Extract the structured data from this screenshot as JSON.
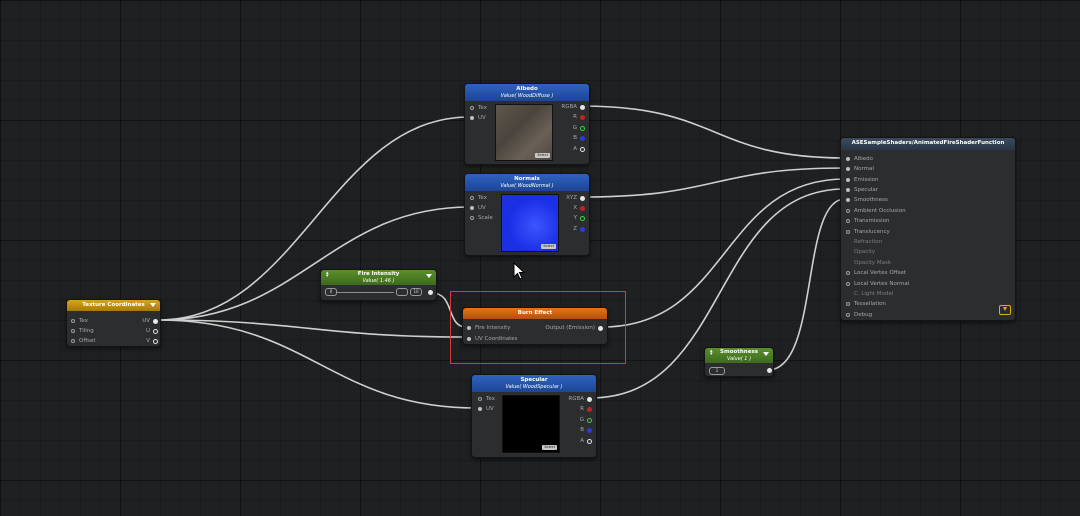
{
  "colors": {
    "wire": "#cfcfcf",
    "selection": "#d53b3b",
    "header_blue": "#2f63c0",
    "header_green": "#5a8f2c",
    "header_orange": "#e6741a",
    "header_yellow": "#d7a420",
    "save_icon": "#e0b000"
  },
  "nodes": {
    "albedo": {
      "title": "Albedo",
      "subtitle": "Value( WoodDiffuse )",
      "inputs": [
        "Tex",
        "UV"
      ],
      "outputs": [
        "RGBA",
        "R",
        "G",
        "B",
        "A"
      ],
      "select_label": "Select"
    },
    "normals": {
      "title": "Normals",
      "subtitle": "Value( WoodNormal )",
      "inputs": [
        "Tex",
        "UV",
        "Scale"
      ],
      "outputs": [
        "XYZ",
        "X",
        "Y",
        "Z"
      ],
      "select_label": "Select"
    },
    "specular": {
      "title": "Specular",
      "subtitle": "Value( WoodSpecular )",
      "inputs": [
        "Tex",
        "UV"
      ],
      "outputs": [
        "RGBA",
        "R",
        "G",
        "B",
        "A"
      ],
      "select_label": "Select"
    },
    "texture_coordinates": {
      "title": "Texture Coordinates",
      "inputs": [
        "Tex",
        "Tiling",
        "Offset"
      ],
      "outputs": [
        "UV",
        "U",
        "V"
      ]
    },
    "fire_intensity": {
      "title": "Fire Intensity",
      "subtitle": "Value( 1.46 )",
      "field_a": "0",
      "field_b": "10"
    },
    "burn_effect": {
      "title": "Burn Effect",
      "inputs": [
        "Fire Intensity",
        "UV Coordinates"
      ],
      "outputs": [
        "Output (Emission)"
      ]
    },
    "smoothness": {
      "title": "Smoothness",
      "subtitle": "Value( 1 )",
      "field": "1"
    },
    "master": {
      "title": "ASESampleShaders/AnimatedFireShaderFunction",
      "inputs": [
        "Albedo",
        "Normal",
        "Emission",
        "Specular",
        "Smoothness",
        "Ambient Occlusion",
        "Transmission",
        "Translucency",
        "Refraction",
        "Opacity",
        "Opacity Mask",
        "Local Vertex Offset",
        "Local Vertex Normal",
        "C. Light Model",
        "Tessellation",
        "Debug"
      ]
    }
  }
}
